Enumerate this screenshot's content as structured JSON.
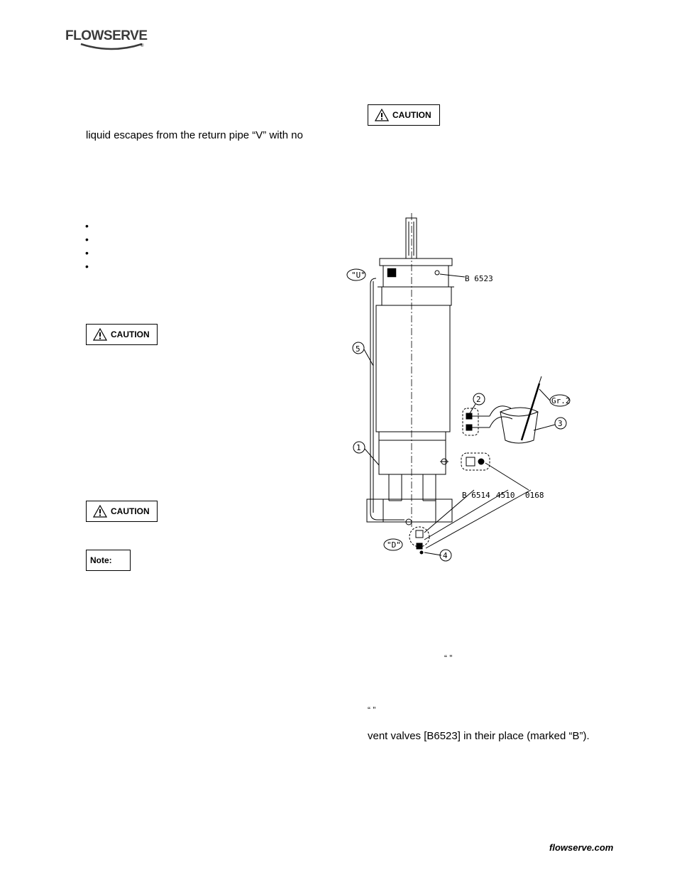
{
  "header": {
    "logo_text": "FLOWSERVE",
    "logo_mark": "®"
  },
  "left_column": {
    "line_return_pipe": "liquid escapes from the return pipe “V” with no",
    "bullets": [
      "•",
      "•",
      "•",
      "•"
    ],
    "caution_1": "CAUTION",
    "caution_2": "CAUTION",
    "note_label": "Note:"
  },
  "right_column": {
    "caution_top": "CAUTION",
    "quote_mid": "“   ”",
    "quote_lower": "“   ”",
    "line_vent_valves": "vent valves [B6523] in their place (marked “B”)."
  },
  "figure": {
    "labels": {
      "u": "\"U\"",
      "b6523": "B 6523",
      "n5": "5",
      "n2": "2",
      "gr2": "Gr.2",
      "n3": "3",
      "n1": "1",
      "b6514": "B 6514",
      "p4510": "4510",
      "p0168": "0168",
      "d": "\"D\"",
      "n4": "4"
    }
  },
  "footer": {
    "site": "flowserve.com"
  }
}
